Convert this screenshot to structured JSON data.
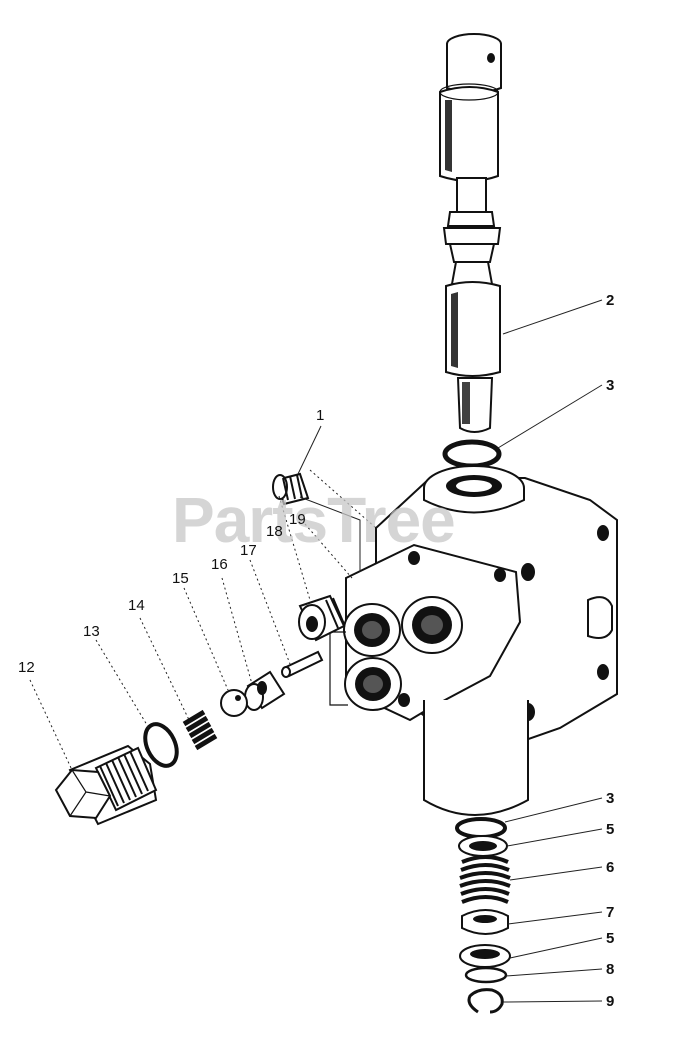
{
  "watermark": {
    "text": "PartsTree"
  },
  "callouts": {
    "c1": "1",
    "c2": "2",
    "c3a": "3",
    "c3b": "3",
    "c5a": "5",
    "c6": "6",
    "c7": "7",
    "c5b": "5",
    "c8": "8",
    "c9": "9",
    "c12": "12",
    "c13": "13",
    "c14": "14",
    "c15": "15",
    "c16": "16",
    "c17": "17",
    "c18": "18",
    "c19": "19"
  }
}
